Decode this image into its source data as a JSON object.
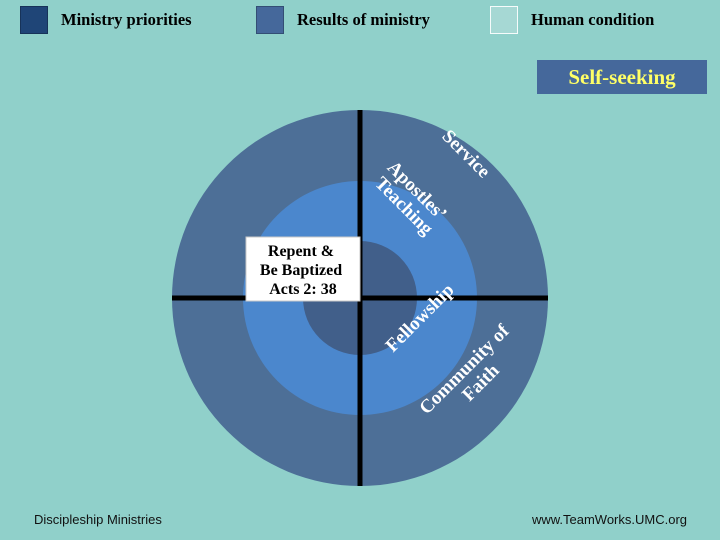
{
  "colors": {
    "background": "#90D0CA",
    "legend_ministry_priorities": "#1F4577",
    "legend_results_of_ministry": "#45689B",
    "legend_human_condition": "#A6D8D4",
    "callout_bg": "#45689B",
    "callout_text": "#FFFF66",
    "outer_ring": "#4D6F97",
    "middle_ring": "#4B87CD",
    "center_circle": "#415F8A",
    "divider": "#000000",
    "scripture_box_bg": "#FFFFFF"
  },
  "legend": {
    "items": [
      {
        "label": "Ministry priorities"
      },
      {
        "label": "Results of ministry"
      },
      {
        "label": "Human condition"
      }
    ]
  },
  "callout": {
    "label": "Self-seeking"
  },
  "diagram": {
    "labels": {
      "service": "Service",
      "apostles_line1": "Apostles’",
      "apostles_line2": "Teaching",
      "fellowship": "Fellowship",
      "community_line1": "Community of",
      "community_line2": "Faith"
    },
    "scripture_box": {
      "line1": "Repent &",
      "line2": "Be Baptized",
      "line3": "Acts 2: 38"
    }
  },
  "footer": {
    "left": "Discipleship Ministries",
    "right": "www.TeamWorks.UMC.org"
  }
}
